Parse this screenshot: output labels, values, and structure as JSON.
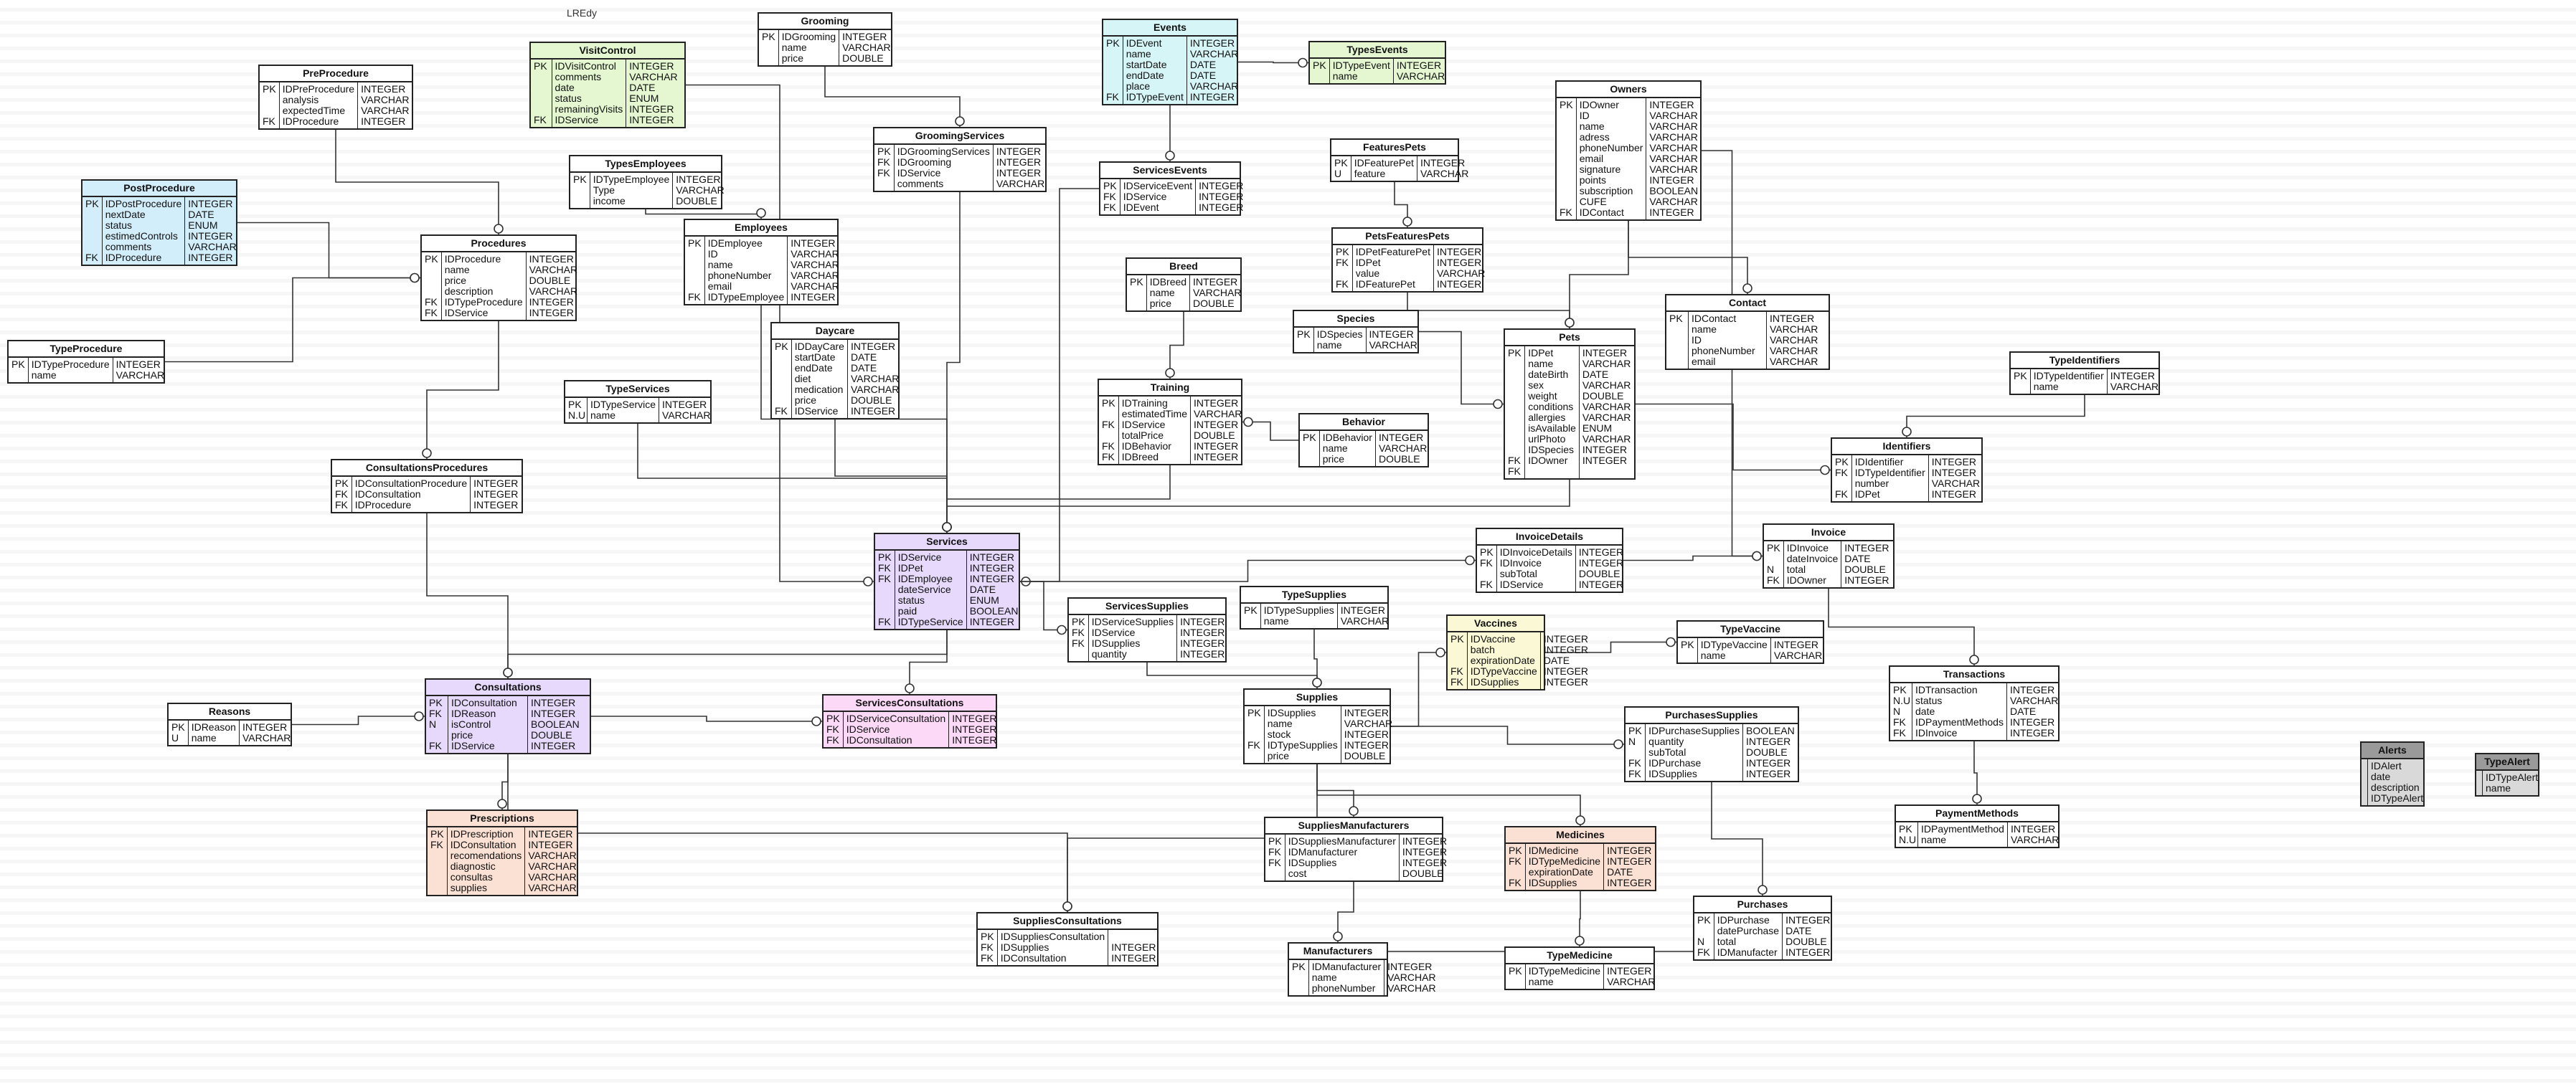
{
  "diagram_label": "LREdy",
  "colors": {
    "line": "#222",
    "purple": "#e6d9fb",
    "green": "#e4f7d0",
    "cyan": "#d6f5f7",
    "blue": "#d3eefb",
    "pink": "#fbd9f7",
    "salmon": "#fbe1d4",
    "yellow": "#fbf8d6",
    "gray": "#d9d9d9",
    "white": "#ffffff"
  },
  "tables": [
    {
      "id": "LREdy_tables_visitcontrol",
      "name": "VisitControl",
      "color": "green",
      "keys": [
        "PK",
        "",
        "",
        "",
        "",
        "FK"
      ],
      "fields": [
        "IDVisitControl",
        "comments",
        "date",
        "status",
        "remainingVisits",
        "IDService"
      ],
      "types": [
        "INTEGER",
        "VARCHAR",
        "DATE",
        "ENUM",
        "INTEGER",
        "INTEGER"
      ]
    },
    {
      "id": "t_preprocedure",
      "name": "PreProcedure",
      "color": "white",
      "keys": [
        "PK",
        "",
        "",
        "FK"
      ],
      "fields": [
        "IDPreProcedure",
        "analysis",
        "expectedTime",
        "IDProcedure"
      ],
      "types": [
        "INTEGER",
        "VARCHAR",
        "VARCHAR",
        "INTEGER"
      ]
    },
    {
      "id": "t_grooming",
      "name": "Grooming",
      "color": "white",
      "keys": [
        "PK",
        "",
        ""
      ],
      "fields": [
        "IDGrooming",
        "name",
        "price"
      ],
      "types": [
        "INTEGER",
        "VARCHAR",
        "DOUBLE"
      ]
    },
    {
      "id": "t_events",
      "name": "Events",
      "color": "cyan",
      "keys": [
        "PK",
        "",
        "",
        "",
        "",
        "FK"
      ],
      "fields": [
        "IDEvent",
        "name",
        "startDate",
        "endDate",
        "place",
        "IDTypeEvent"
      ],
      "types": [
        "INTEGER",
        "VARCHAR",
        "DATE",
        "DATE",
        "VARCHAR",
        "INTEGER"
      ]
    },
    {
      "id": "t_typesevents",
      "name": "TypesEvents",
      "color": "green",
      "keys": [
        "PK",
        ""
      ],
      "fields": [
        "IDTypeEvent",
        "name"
      ],
      "types": [
        "INTEGER",
        "VARCHAR"
      ]
    },
    {
      "id": "t_owners",
      "name": "Owners",
      "color": "white",
      "keys": [
        "PK",
        "",
        "",
        "",
        "",
        "",
        "",
        "",
        "",
        "",
        "FK"
      ],
      "fields": [
        "IDOwner",
        "ID",
        "name",
        "adress",
        "phoneNumber",
        "email",
        "signature",
        "points",
        "subscription",
        "CUFE",
        "IDContact"
      ],
      "types": [
        "INTEGER",
        "VARCHAR",
        "VARCHAR",
        "VARCHAR",
        "VARCHAR",
        "VARCHAR",
        "VARCHAR",
        "INTEGER",
        "BOOLEAN",
        "VARCHAR",
        "INTEGER"
      ]
    },
    {
      "id": "t_postprocedure",
      "name": "PostProcedure",
      "color": "blue",
      "keys": [
        "PK",
        "",
        "",
        "",
        "",
        "FK"
      ],
      "fields": [
        "IDPostProcedure",
        "nextDate",
        "status",
        "estimedControls",
        "comments",
        "IDProcedure"
      ],
      "types": [
        "INTEGER",
        "DATE",
        "ENUM",
        "INTEGER",
        "VARCHAR",
        "INTEGER"
      ]
    },
    {
      "id": "t_typesemployees",
      "name": "TypesEmployees",
      "color": "white",
      "keys": [
        "PK",
        "",
        ""
      ],
      "fields": [
        "IDTypeEmployee",
        "Type",
        "income"
      ],
      "types": [
        "INTEGER",
        "VARCHAR",
        "DOUBLE"
      ]
    },
    {
      "id": "t_groomingservices",
      "name": "GroomingServices",
      "color": "white",
      "keys": [
        "PK",
        "FK",
        "FK",
        ""
      ],
      "fields": [
        "IDGroomingServices",
        "IDGrooming",
        "IDService",
        "comments"
      ],
      "types": [
        "INTEGER",
        "INTEGER",
        "INTEGER",
        "VARCHAR"
      ]
    },
    {
      "id": "t_servicesevents",
      "name": "ServicesEvents",
      "color": "white",
      "keys": [
        "PK",
        "FK",
        "FK"
      ],
      "fields": [
        "IDServiceEvent",
        "IDService",
        "IDEvent"
      ],
      "types": [
        "INTEGER",
        "INTEGER",
        "INTEGER"
      ]
    },
    {
      "id": "t_featurespets",
      "name": "FeaturesPets",
      "color": "white",
      "keys": [
        "PK",
        "U"
      ],
      "fields": [
        "IDFeaturePet",
        "feature"
      ],
      "types": [
        "INTEGER",
        "VARCHAR"
      ]
    },
    {
      "id": "t_procedures",
      "name": "Procedures",
      "color": "white",
      "keys": [
        "PK",
        "",
        "",
        "",
        "FK",
        "FK"
      ],
      "fields": [
        "IDProcedure",
        "name",
        "price",
        "description",
        "IDTypeProcedure",
        "IDService"
      ],
      "types": [
        "INTEGER",
        "VARCHAR",
        "DOUBLE",
        "VARCHAR",
        "INTEGER",
        "INTEGER"
      ]
    },
    {
      "id": "t_employees",
      "name": "Employees",
      "color": "white",
      "keys": [
        "PK",
        "",
        "",
        "",
        "",
        "FK"
      ],
      "fields": [
        "IDEmployee",
        "ID",
        "name",
        "phoneNumber",
        "email",
        "IDTypeEmployee"
      ],
      "types": [
        "INTEGER",
        "VARCHAR",
        "VARCHAR",
        "VARCHAR",
        "VARCHAR",
        "INTEGER"
      ]
    },
    {
      "id": "t_petsfeaturespets",
      "name": "PetsFeaturesPets",
      "color": "white",
      "keys": [
        "PK",
        "FK",
        "",
        "FK"
      ],
      "fields": [
        "IDPetFeaturePet",
        "IDPet",
        "value",
        "IDFeaturePet"
      ],
      "types": [
        "INTEGER",
        "INTEGER",
        "VARCHAR",
        "INTEGER"
      ]
    },
    {
      "id": "t_breed",
      "name": "Breed",
      "color": "white",
      "keys": [
        "PK",
        "",
        ""
      ],
      "fields": [
        "IDBreed",
        "name",
        "price"
      ],
      "types": [
        "INTEGER",
        "VARCHAR",
        "DOUBLE"
      ]
    },
    {
      "id": "t_contact",
      "name": "Contact",
      "color": "white",
      "keys": [
        "PK",
        "",
        "",
        "",
        ""
      ],
      "fields": [
        "IDContact",
        "name",
        "ID",
        "phoneNumber",
        "email"
      ],
      "types": [
        "INTEGER",
        "VARCHAR",
        "VARCHAR",
        "VARCHAR",
        "VARCHAR"
      ]
    },
    {
      "id": "t_typeprocedure",
      "name": "TypeProcedure",
      "color": "white",
      "keys": [
        "PK",
        ""
      ],
      "fields": [
        "IDTypeProcedure",
        "name"
      ],
      "types": [
        "INTEGER",
        "VARCHAR"
      ]
    },
    {
      "id": "t_daycare",
      "name": "Daycare",
      "color": "white",
      "keys": [
        "PK",
        "",
        "",
        "",
        "",
        "",
        "FK"
      ],
      "fields": [
        "IDDayCare",
        "startDate",
        "endDate",
        "diet",
        "medication",
        "price",
        "IDService"
      ],
      "types": [
        "INTEGER",
        "DATE",
        "DATE",
        "VARCHAR",
        "VARCHAR",
        "DOUBLE",
        "INTEGER"
      ]
    },
    {
      "id": "t_species",
      "name": "Species",
      "color": "white",
      "keys": [
        "PK",
        ""
      ],
      "fields": [
        "IDSpecies",
        "name"
      ],
      "types": [
        "INTEGER",
        "VARCHAR"
      ]
    },
    {
      "id": "t_pets",
      "name": "Pets",
      "color": "white",
      "keys": [
        "PK",
        "",
        "",
        "",
        "",
        "",
        "",
        "",
        "",
        "",
        "FK",
        "FK"
      ],
      "fields": [
        "IDPet",
        "name",
        "dateBirth",
        "sex",
        "weight",
        "conditions",
        "allergies",
        "isAvailable",
        "urlPhoto",
        "IDSpecies",
        "IDOwner",
        ""
      ],
      "types": [
        "INTEGER",
        "VARCHAR",
        "DATE",
        "VARCHAR",
        "DOUBLE",
        "VARCHAR",
        "VARCHAR",
        "ENUM",
        "VARCHAR",
        "INTEGER",
        "INTEGER",
        ""
      ]
    },
    {
      "id": "t_typeidentifiers",
      "name": "TypeIdentifiers",
      "color": "white",
      "keys": [
        "PK",
        ""
      ],
      "fields": [
        "IDTypeIdentifier",
        "name"
      ],
      "types": [
        "INTEGER",
        "VARCHAR"
      ]
    },
    {
      "id": "t_typeservices",
      "name": "TypeServices",
      "color": "white",
      "keys": [
        "PK",
        "N.U"
      ],
      "fields": [
        "IDTypeService",
        "name"
      ],
      "types": [
        "INTEGER",
        "VARCHAR"
      ]
    },
    {
      "id": "t_training",
      "name": "Training",
      "color": "white",
      "keys": [
        "PK",
        "",
        "FK",
        "",
        "FK",
        "FK"
      ],
      "fields": [
        "IDTraining",
        "estimatedTime",
        "IDService",
        "totalPrice",
        "IDBehavior",
        "IDBreed"
      ],
      "types": [
        "INTEGER",
        "VARCHAR",
        "INTEGER",
        "DOUBLE",
        "INTEGER",
        "INTEGER"
      ]
    },
    {
      "id": "t_behavior",
      "name": "Behavior",
      "color": "white",
      "keys": [
        "PK",
        "",
        ""
      ],
      "fields": [
        "IDBehavior",
        "name",
        "price"
      ],
      "types": [
        "INTEGER",
        "VARCHAR",
        "DOUBLE"
      ]
    },
    {
      "id": "t_identifiers",
      "name": "Identifiers",
      "color": "white",
      "keys": [
        "PK",
        "FK",
        "",
        "FK"
      ],
      "fields": [
        "IDIdentifier",
        "IDTypeIdentifier",
        "number",
        "IDPet"
      ],
      "types": [
        "INTEGER",
        "INTEGER",
        "VARCHAR",
        "INTEGER"
      ]
    },
    {
      "id": "t_consultationsprocedures",
      "name": "ConsultationsProcedures",
      "color": "white",
      "keys": [
        "PK",
        "FK",
        "FK"
      ],
      "fields": [
        "IDConsultationProcedure",
        "IDConsultation",
        "IDProcedure"
      ],
      "types": [
        "INTEGER",
        "INTEGER",
        "INTEGER"
      ]
    },
    {
      "id": "t_services",
      "name": "Services",
      "color": "purple",
      "keys": [
        "PK",
        "FK",
        "FK",
        "",
        "",
        "",
        "FK"
      ],
      "fields": [
        "IDService",
        "IDPet",
        "IDEmployee",
        "dateService",
        "status",
        "paid",
        "IDTypeService"
      ],
      "types": [
        "INTEGER",
        "INTEGER",
        "INTEGER",
        "DATE",
        "ENUM",
        "BOOLEAN",
        "INTEGER"
      ]
    },
    {
      "id": "t_invoicedetails",
      "name": "InvoiceDetails",
      "color": "white",
      "keys": [
        "PK",
        "FK",
        "",
        "FK"
      ],
      "fields": [
        "IDInvoiceDetails",
        "IDInvoice",
        "subTotal",
        "IDService"
      ],
      "types": [
        "INTEGER",
        "INTEGER",
        "DOUBLE",
        "INTEGER"
      ]
    },
    {
      "id": "t_invoice",
      "name": "Invoice",
      "color": "white",
      "keys": [
        "PK",
        "",
        "N",
        "FK"
      ],
      "fields": [
        "IDInvoice",
        "dateInvoice",
        "total",
        "IDOwner"
      ],
      "types": [
        "INTEGER",
        "DATE",
        "DOUBLE",
        "INTEGER"
      ]
    },
    {
      "id": "t_servicessupplies",
      "name": "ServicesSupplies",
      "color": "white",
      "keys": [
        "PK",
        "FK",
        "FK",
        ""
      ],
      "fields": [
        "IDServiceSupplies",
        "IDService",
        "IDSupplies",
        "quantity"
      ],
      "types": [
        "INTEGER",
        "INTEGER",
        "INTEGER",
        "INTEGER"
      ]
    },
    {
      "id": "t_typesupplies",
      "name": "TypeSupplies",
      "color": "white",
      "keys": [
        "PK",
        ""
      ],
      "fields": [
        "IDTypeSupplies",
        "name"
      ],
      "types": [
        "INTEGER",
        "VARCHAR"
      ]
    },
    {
      "id": "t_vaccines",
      "name": "Vaccines",
      "color": "yellow",
      "keys": [
        "PK",
        "",
        "",
        "FK",
        "FK"
      ],
      "fields": [
        "IDVaccine",
        "batch",
        "expirationDate",
        "IDTypeVaccine",
        "IDSupplies"
      ],
      "types": [
        "INTEGER",
        "INTEGER",
        "DATE",
        "INTEGER",
        "INTEGER"
      ]
    },
    {
      "id": "t_typevaccine",
      "name": "TypeVaccine",
      "color": "white",
      "keys": [
        "PK",
        ""
      ],
      "fields": [
        "IDTypeVaccine",
        "name"
      ],
      "types": [
        "INTEGER",
        "VARCHAR"
      ]
    },
    {
      "id": "t_transactions",
      "name": "Transactions",
      "color": "white",
      "keys": [
        "PK",
        "N.U",
        "N",
        "FK",
        "FK"
      ],
      "fields": [
        "IDTransaction",
        "status",
        "date",
        "IDPaymentMethods",
        "IDInvoice"
      ],
      "types": [
        "INTEGER",
        "VARCHAR",
        "DATE",
        "INTEGER",
        "INTEGER"
      ]
    },
    {
      "id": "t_consultations",
      "name": "Consultations",
      "color": "purple",
      "keys": [
        "PK",
        "FK",
        "N",
        "",
        "FK"
      ],
      "fields": [
        "IDConsultation",
        "IDReason",
        "isControl",
        "price",
        "IDService"
      ],
      "types": [
        "INTEGER",
        "INTEGER",
        "BOOLEAN",
        "DOUBLE",
        "INTEGER"
      ]
    },
    {
      "id": "t_reasons",
      "name": "Reasons",
      "color": "white",
      "keys": [
        "PK",
        "U"
      ],
      "fields": [
        "IDReason",
        "name"
      ],
      "types": [
        "INTEGER",
        "VARCHAR"
      ]
    },
    {
      "id": "t_servicesconsultations",
      "name": "ServicesConsultations",
      "color": "pink",
      "keys": [
        "PK",
        "FK",
        "FK"
      ],
      "fields": [
        "IDServiceConsultation",
        "IDService",
        "IDConsultation"
      ],
      "types": [
        "INTEGER",
        "INTEGER",
        "INTEGER"
      ]
    },
    {
      "id": "t_supplies",
      "name": "Supplies",
      "color": "white",
      "keys": [
        "PK",
        "",
        "",
        "FK",
        ""
      ],
      "fields": [
        "IDSupplies",
        "name",
        "stock",
        "IDTypeSupplies",
        "price"
      ],
      "types": [
        "INTEGER",
        "VARCHAR",
        "INTEGER",
        "INTEGER",
        "DOUBLE"
      ]
    },
    {
      "id": "t_purchasessupplies",
      "name": "PurchasesSupplies",
      "color": "white",
      "keys": [
        "PK",
        "N",
        "",
        "FK",
        "FK"
      ],
      "fields": [
        "IDPurchaseSupplies",
        "quantity",
        "subTotal",
        "IDPurchase",
        "IDSupplies"
      ],
      "types": [
        "BOOLEAN",
        "INTEGER",
        "DOUBLE",
        "INTEGER",
        "INTEGER"
      ]
    },
    {
      "id": "t_alerts",
      "name": "Alerts",
      "color": "gray",
      "dark": true,
      "keys": [
        "",
        "",
        "",
        ""
      ],
      "fields": [
        "IDAlert",
        "date",
        "description",
        "IDTypeAlert"
      ],
      "types": []
    },
    {
      "id": "t_typealert",
      "name": "TypeAlert",
      "color": "gray",
      "dark": true,
      "keys": [
        "",
        ""
      ],
      "fields": [
        "IDTypeAlert",
        "name"
      ],
      "types": []
    },
    {
      "id": "t_paymentmethods",
      "name": "PaymentMethods",
      "color": "white",
      "keys": [
        "PK",
        "N.U"
      ],
      "fields": [
        "IDPaymentMethod",
        "name"
      ],
      "types": [
        "INTEGER",
        "VARCHAR"
      ]
    },
    {
      "id": "t_prescriptions",
      "name": "Prescriptions",
      "color": "salmon",
      "keys": [
        "PK",
        "FK",
        "",
        "",
        "",
        ""
      ],
      "fields": [
        "IDPrescription",
        "IDConsultation",
        "recomendations",
        "diagnostic",
        "consultas",
        "supplies"
      ],
      "types": [
        "INTEGER",
        "INTEGER",
        "VARCHAR",
        "VARCHAR",
        "VARCHAR",
        "VARCHAR"
      ]
    },
    {
      "id": "t_suppliesmanufacturers",
      "name": "SuppliesManufacturers",
      "color": "white",
      "keys": [
        "PK",
        "FK",
        "FK",
        ""
      ],
      "fields": [
        "IDSuppliesManufacturer",
        "IDManufacturer",
        "IDSupplies",
        "cost"
      ],
      "types": [
        "INTEGER",
        "INTEGER",
        "INTEGER",
        "DOUBLE"
      ]
    },
    {
      "id": "t_medicines",
      "name": "Medicines",
      "color": "salmon",
      "keys": [
        "PK",
        "FK",
        "",
        "FK"
      ],
      "fields": [
        "IDMedicine",
        "IDTypeMedicine",
        "expirationDate",
        "IDSupplies"
      ],
      "types": [
        "INTEGER",
        "INTEGER",
        "DATE",
        "INTEGER"
      ]
    },
    {
      "id": "t_purchases",
      "name": "Purchases",
      "color": "white",
      "keys": [
        "PK",
        "",
        "N",
        "FK"
      ],
      "fields": [
        "IDPurchase",
        "datePurchase",
        "total",
        "IDManufacter"
      ],
      "types": [
        "INTEGER",
        "DATE",
        "DOUBLE",
        "INTEGER"
      ]
    },
    {
      "id": "t_suppliesconsultations",
      "name": "SuppliesConsultations",
      "color": "white",
      "keys": [
        "PK",
        "FK",
        "FK"
      ],
      "fields": [
        "IDSuppliesConsultation",
        "IDSupplies",
        "IDConsultation"
      ],
      "types": [
        "",
        "INTEGER",
        "INTEGER"
      ]
    },
    {
      "id": "t_manufacturers",
      "name": "Manufacturers",
      "color": "white",
      "keys": [
        "PK",
        "",
        ""
      ],
      "fields": [
        "IDManufacturer",
        "name",
        "phoneNumber"
      ],
      "types": [
        "INTEGER",
        "VARCHAR",
        "VARCHAR"
      ]
    },
    {
      "id": "t_typemedicine",
      "name": "TypeMedicine",
      "color": "white",
      "keys": [
        "PK",
        ""
      ],
      "fields": [
        "IDTypeMedicine",
        "name"
      ],
      "types": [
        "INTEGER",
        "VARCHAR"
      ]
    }
  ]
}
